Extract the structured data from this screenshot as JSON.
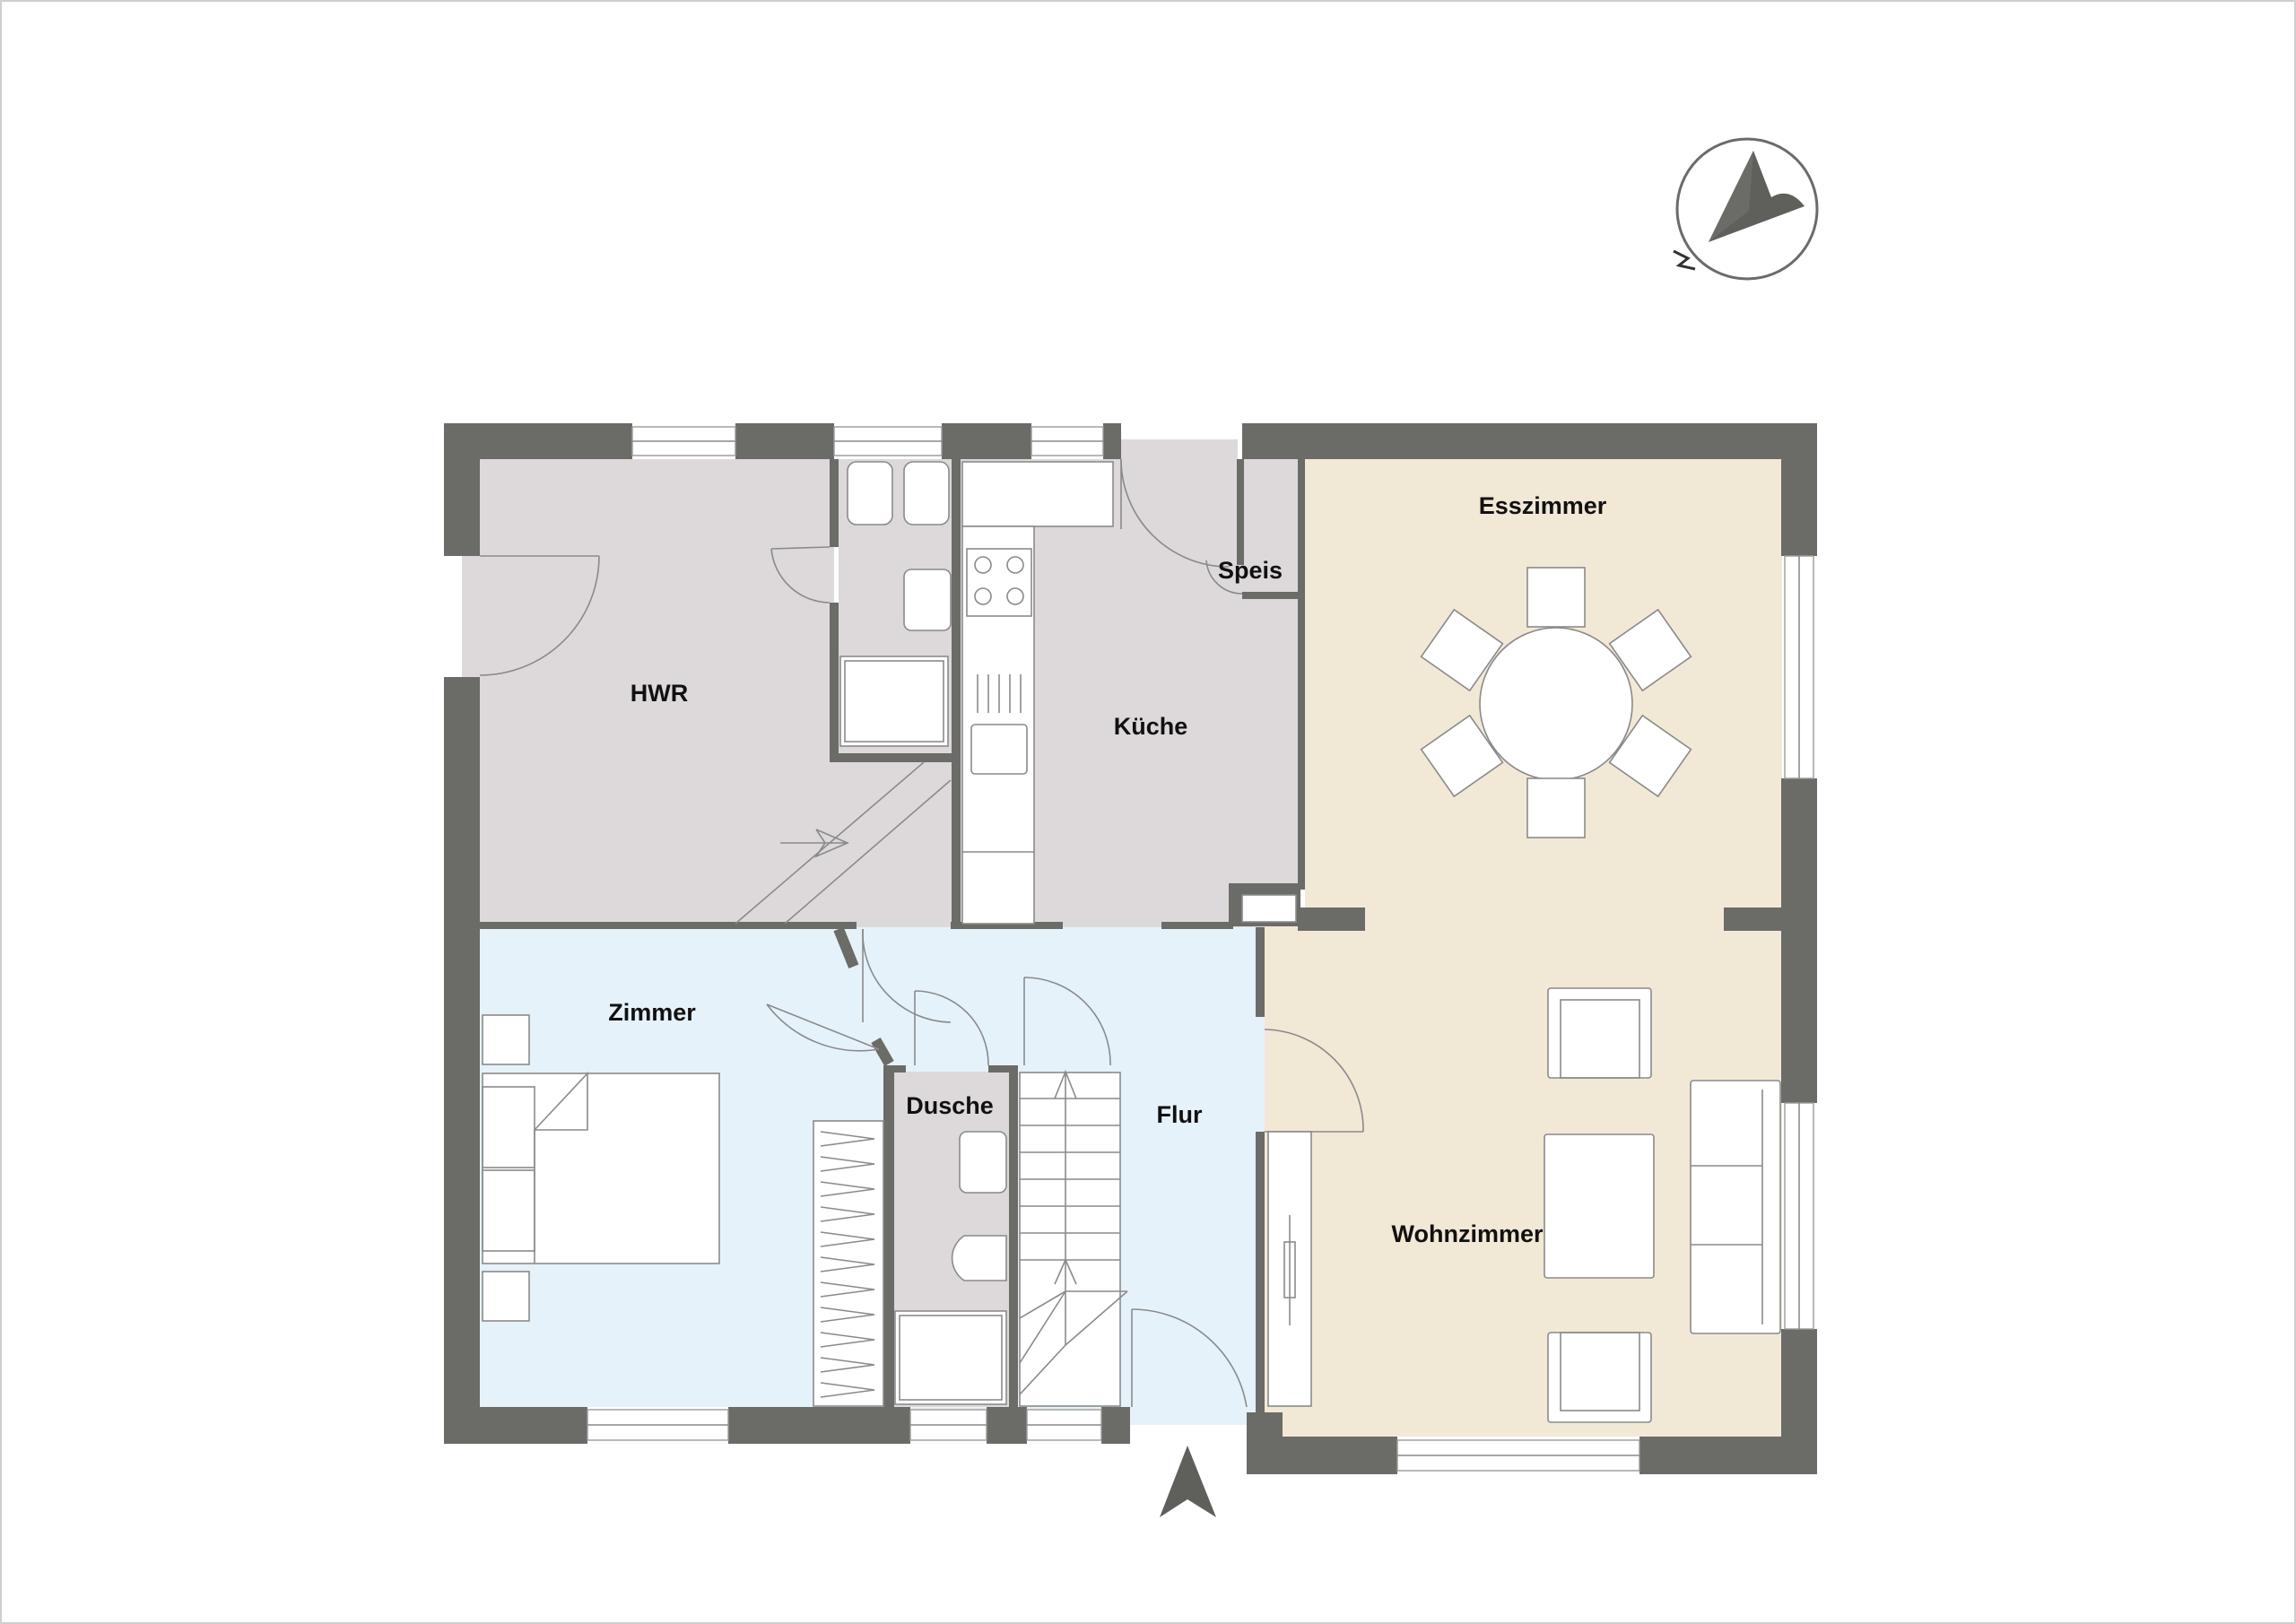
{
  "plan": {
    "rooms": {
      "hwr": "HWR",
      "kueche": "Küche",
      "speis": "Speis",
      "esszimmer": "Esszimmer",
      "zimmer": "Zimmer",
      "dusche": "Dusche",
      "flur": "Flur",
      "wohnzimmer": "Wohnzimmer"
    },
    "compass_letter": "N",
    "colors": {
      "wall": "#6b6b67",
      "service_rooms": "#ddd9da",
      "bedroom_hall": "#e6f2fa",
      "living": "#f2e8d6",
      "outline": "#8a8a8a"
    },
    "icons": [
      "north-arrow-icon",
      "entrance-arrow-icon",
      "stairs-direction-arrow-icon"
    ]
  }
}
